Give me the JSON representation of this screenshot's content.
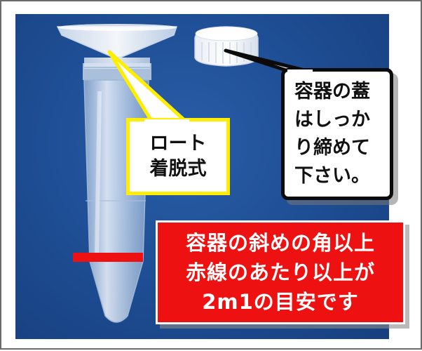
{
  "callouts": {
    "funnel": {
      "lines": [
        "ロート",
        "着脱式"
      ],
      "border_color": "#ffee00"
    },
    "lid": {
      "lines": [
        "容器の蓋",
        "はしっか",
        "り締めて",
        "下さい。"
      ],
      "border_color": "#0b0b0b"
    }
  },
  "banner": {
    "lines": [
      "容器の斜めの角以上",
      "赤線のあたり以上が",
      "2m1の目安です"
    ],
    "background": "#ee1111",
    "text_color": "#ffffff"
  },
  "photo": {
    "background_color": "#1f4f96",
    "objects": [
      "funnel",
      "centrifuge-tube",
      "screw-cap",
      "red-fill-line"
    ],
    "fill_line_color": "#ee1111"
  }
}
